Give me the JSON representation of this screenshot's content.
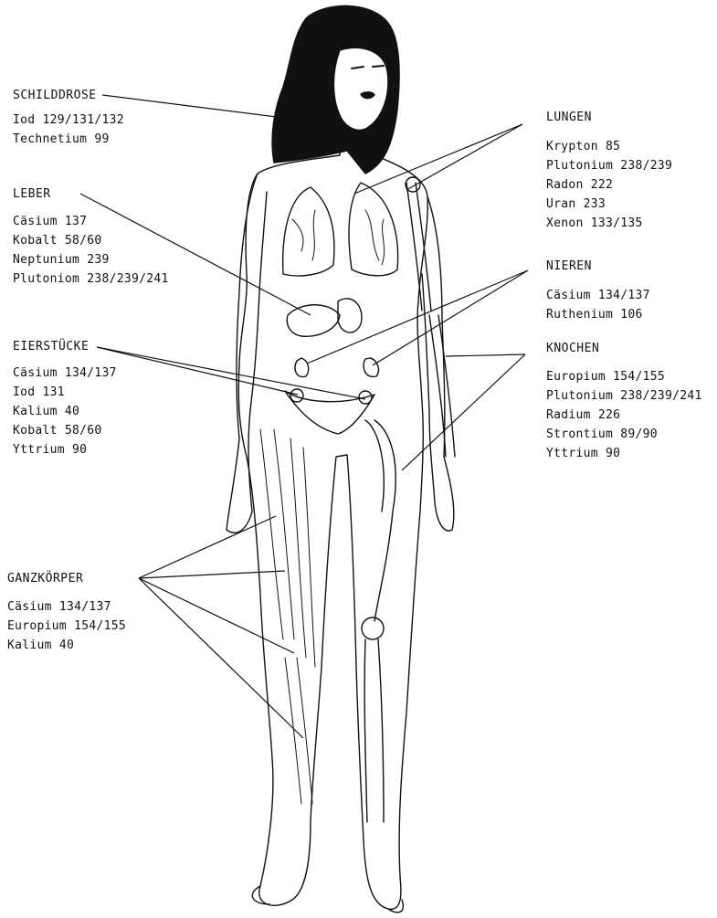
{
  "organs": {
    "schilddrose": {
      "title": "SCHILDDROSE",
      "items": [
        "Iod 129/131/132",
        "Technetium 99"
      ]
    },
    "leber": {
      "title": "LEBER",
      "items": [
        "Cäsium 137",
        "Kobalt 58/60",
        "Neptunium 239",
        "Plutoniom 238/239/241"
      ]
    },
    "eierstoecke": {
      "title": "EIERSTÜCKE",
      "items": [
        "Cäsium 134/137",
        "Iod 131",
        "Kalium 40",
        "Kobalt 58/60",
        "Yttrium 90"
      ]
    },
    "ganzkoerper": {
      "title": "GANZKÖRPER",
      "items": [
        "Cäsium 134/137",
        "Europium 154/155",
        "Kalium 40"
      ]
    },
    "lungen": {
      "title": "LUNGEN",
      "items": [
        "Krypton 85",
        "Plutonium 238/239",
        "Radon 222",
        "Uran 233",
        "Xenon 133/135"
      ]
    },
    "nieren": {
      "title": "NIEREN",
      "items": [
        "Cäsium 134/137",
        "Ruthenium 106"
      ]
    },
    "knochen": {
      "title": "KNOCHEN",
      "items": [
        "Europium 154/155",
        "Plutonium 238/239/241",
        "Radium 226",
        "Strontium 89/90",
        "Yttrium 90"
      ]
    }
  },
  "colors": {
    "ink": "#111111",
    "paper": "#ffffff"
  }
}
